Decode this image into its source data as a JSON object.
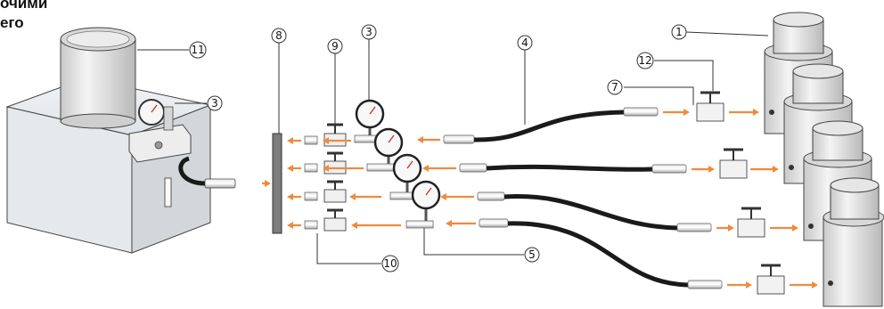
{
  "header": {
    "line1": "очими",
    "line2": "его"
  },
  "callouts": [
    "1",
    "12",
    "7",
    "4",
    "3",
    "9",
    "8",
    "11",
    "3",
    "5",
    "10"
  ],
  "colors": {
    "arrow": "#f08a3c",
    "hose": "#1a1a1a",
    "cylinder": "#e3e3e3",
    "outline": "#555555",
    "callout_circle": "#333333"
  }
}
